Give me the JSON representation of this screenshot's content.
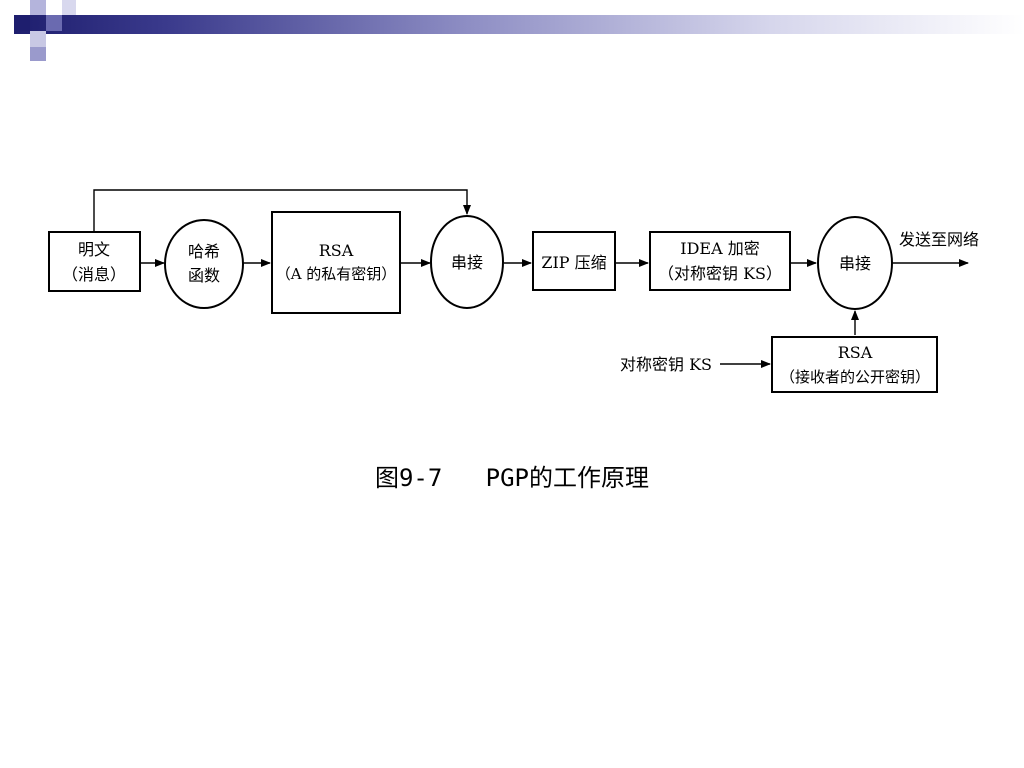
{
  "diagram": {
    "plaintext": {
      "line1": "明文",
      "line2": "（消息）"
    },
    "hash": {
      "line1": "哈希",
      "line2": "函数"
    },
    "rsa_sign": {
      "line1": "RSA",
      "line2": "（A 的私有密钥）"
    },
    "concat1": "串接",
    "zip": "ZIP 压缩",
    "idea": {
      "line1": "IDEA 加密",
      "line2": "（对称密钥 KS）"
    },
    "concat2": "串接",
    "send_label": "发送至网络",
    "ks_label": "对称密钥 KS",
    "rsa_recv": {
      "line1": "RSA",
      "line2": "（接收者的公开密钥）"
    }
  },
  "caption": "图9-7   PGP的工作原理",
  "colors": {
    "deco_dark": "#1e1e6e",
    "deco_mid": "#6a6ab0",
    "deco_light": "#b4b4dc"
  }
}
